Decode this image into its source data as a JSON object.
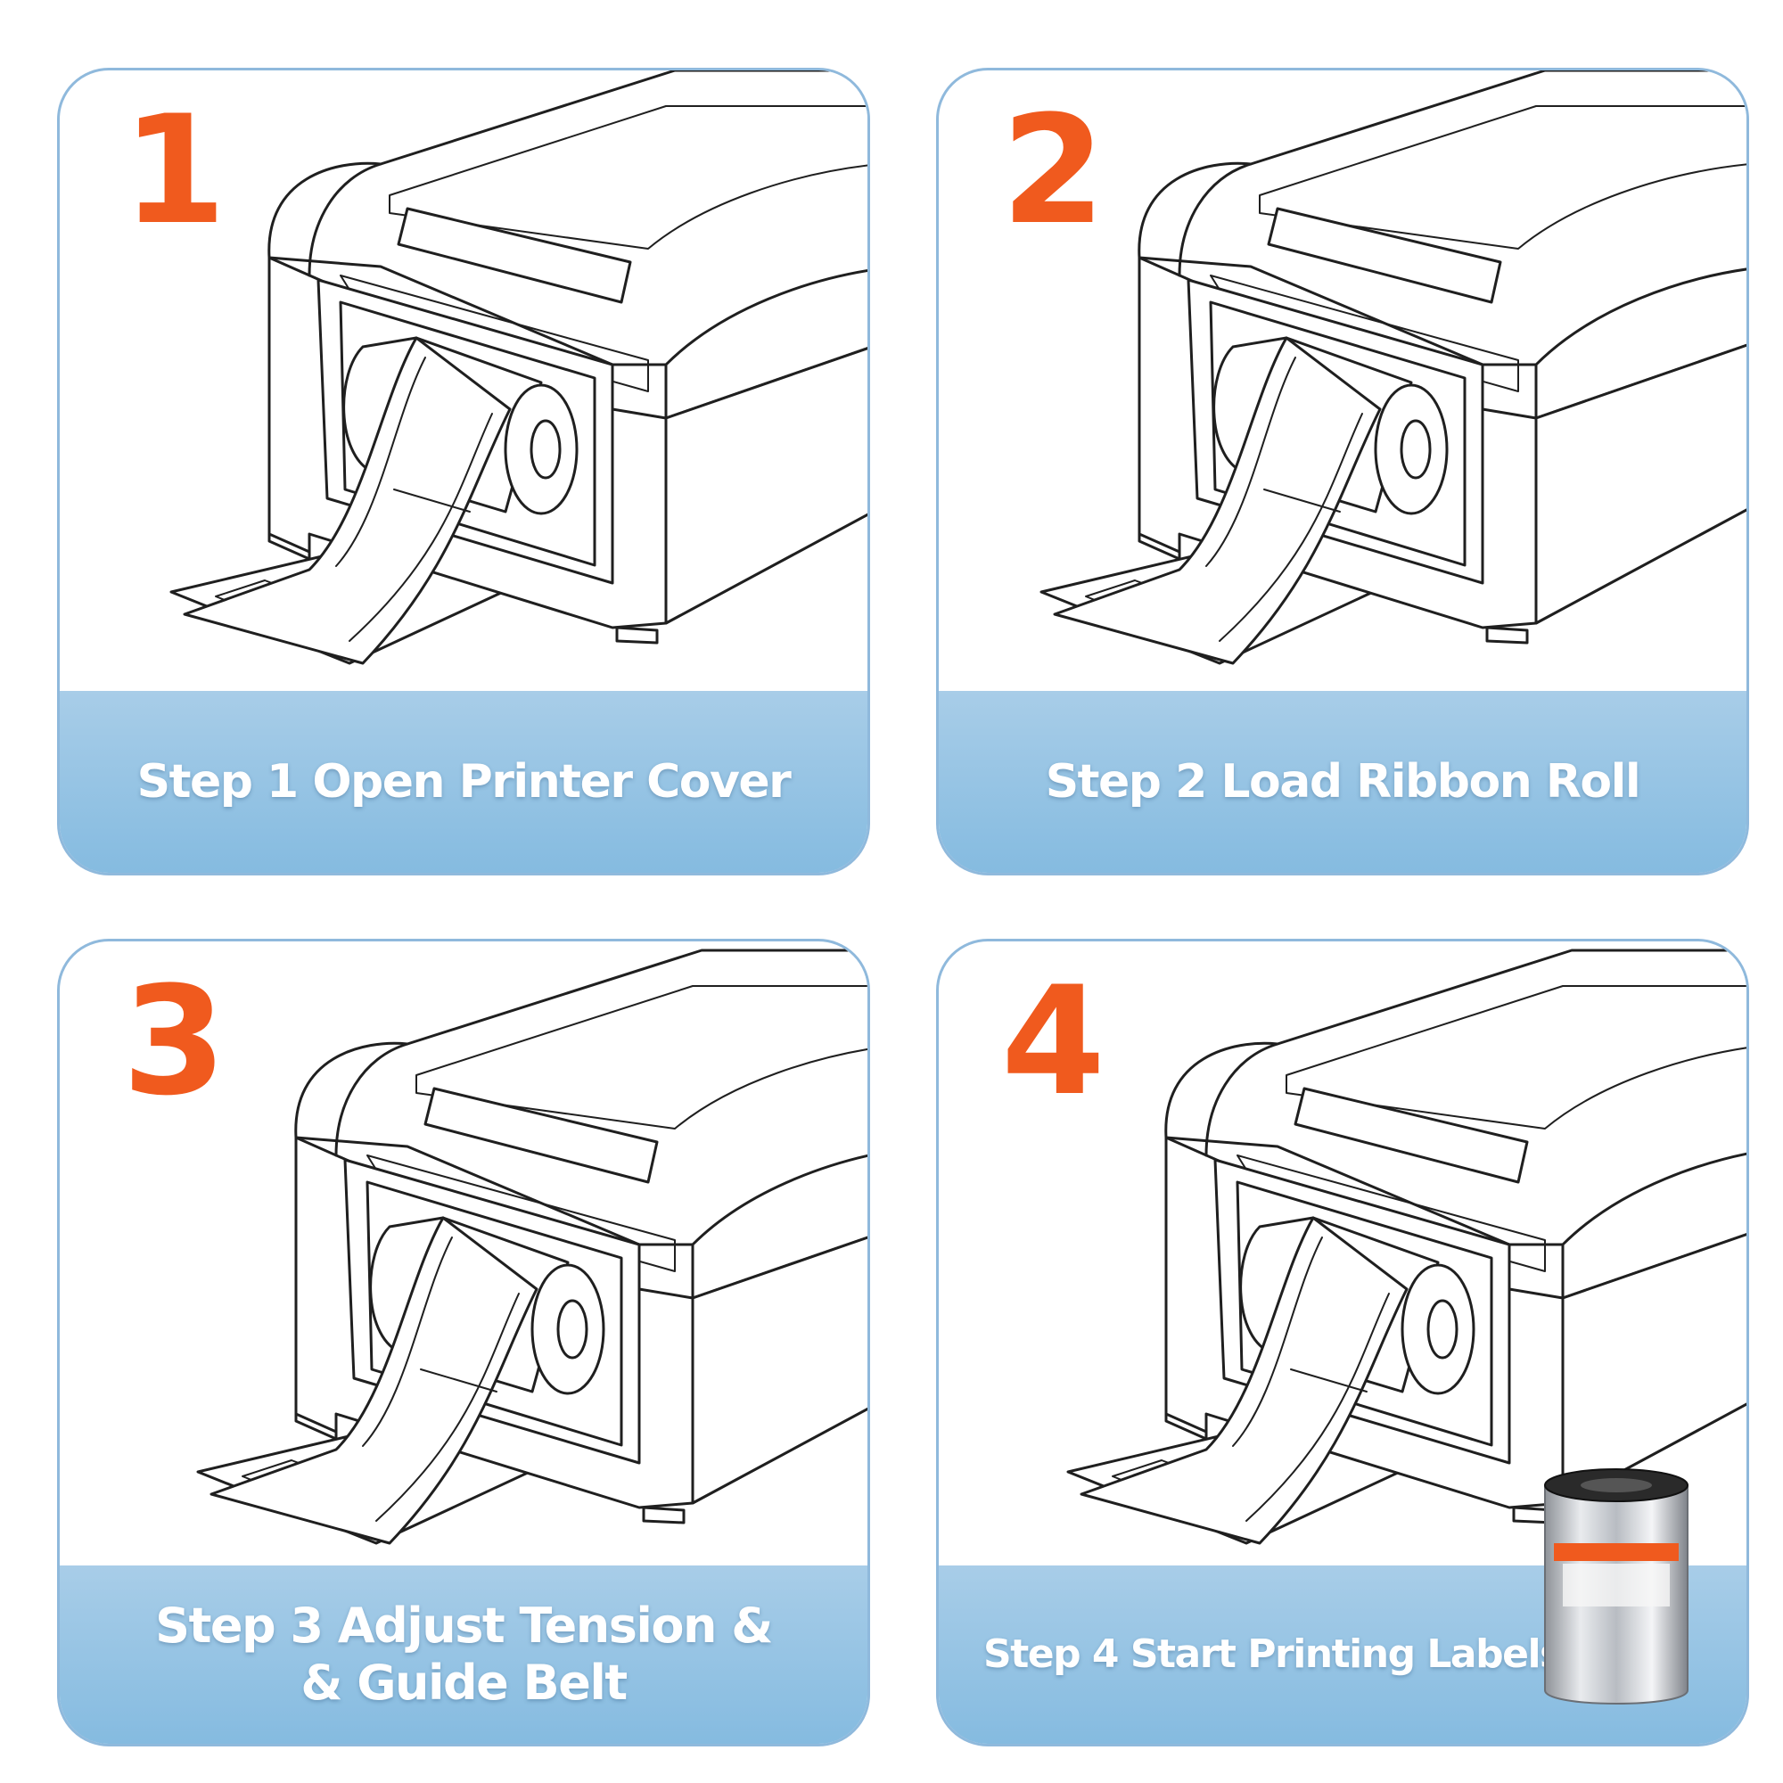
{
  "colors": {
    "step_number": "#f05a1e",
    "caption_band": "#85bbe0",
    "card_border": "#8fb9dc",
    "caption_text": "#ffffff"
  },
  "steps": [
    {
      "number": "1",
      "caption": "Step 1 Open Printer Cover"
    },
    {
      "number": "2",
      "caption": "Step 2 Load Ribbon Roll"
    },
    {
      "number": "3",
      "caption_line1": "Step 3 Adjust Tension &",
      "caption_line2": "& Guide Belt"
    },
    {
      "number": "4",
      "caption": "Step 4 Start Printing Labels"
    }
  ],
  "icons": {
    "printer": "label-printer-illustration",
    "ribbon": "ribbon-roll-product"
  }
}
